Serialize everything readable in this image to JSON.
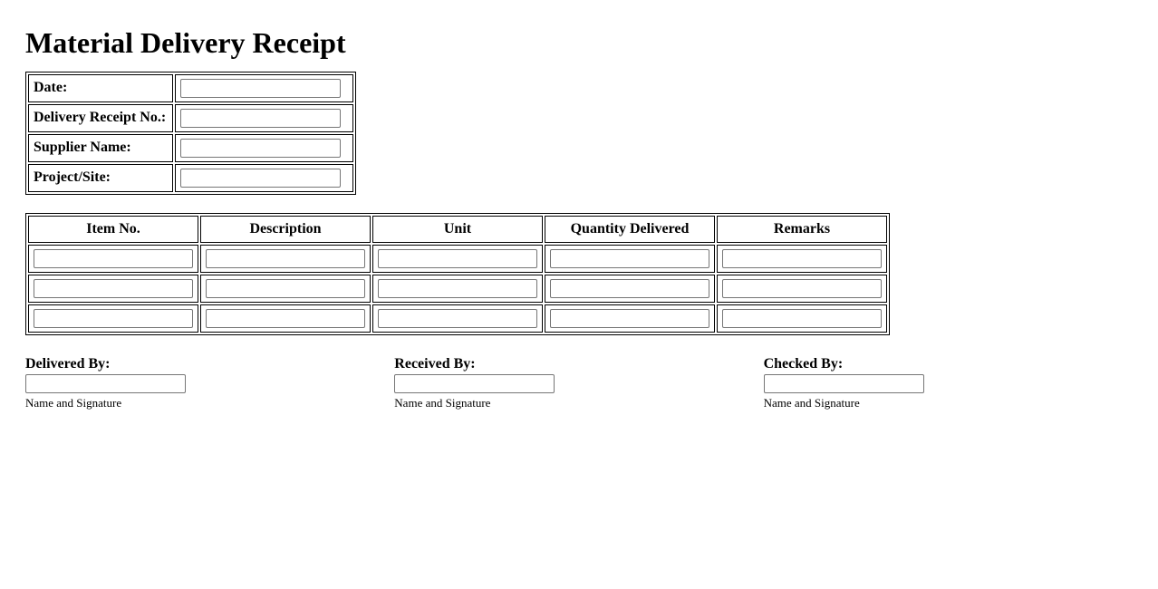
{
  "page": {
    "title": "Material Delivery Receipt"
  },
  "header_fields": [
    {
      "label": "Date:",
      "value": ""
    },
    {
      "label": "Delivery Receipt No.:",
      "value": ""
    },
    {
      "label": "Supplier Name:",
      "value": ""
    },
    {
      "label": "Project/Site:",
      "value": ""
    }
  ],
  "items_table": {
    "columns": [
      "Item No.",
      "Description",
      "Unit",
      "Quantity Delivered",
      "Remarks"
    ],
    "rows": [
      [
        "",
        "",
        "",
        "",
        ""
      ],
      [
        "",
        "",
        "",
        "",
        ""
      ],
      [
        "",
        "",
        "",
        "",
        ""
      ]
    ]
  },
  "signatures": [
    {
      "label": "Delivered By:",
      "value": "",
      "caption": "Name and Signature"
    },
    {
      "label": "Received By:",
      "value": "",
      "caption": "Name and Signature"
    },
    {
      "label": "Checked By:",
      "value": "",
      "caption": "Name and Signature"
    }
  ],
  "colors": {
    "bg": "#ffffff",
    "text": "#000000",
    "table_border": "#000000",
    "input_border": "#767676"
  }
}
